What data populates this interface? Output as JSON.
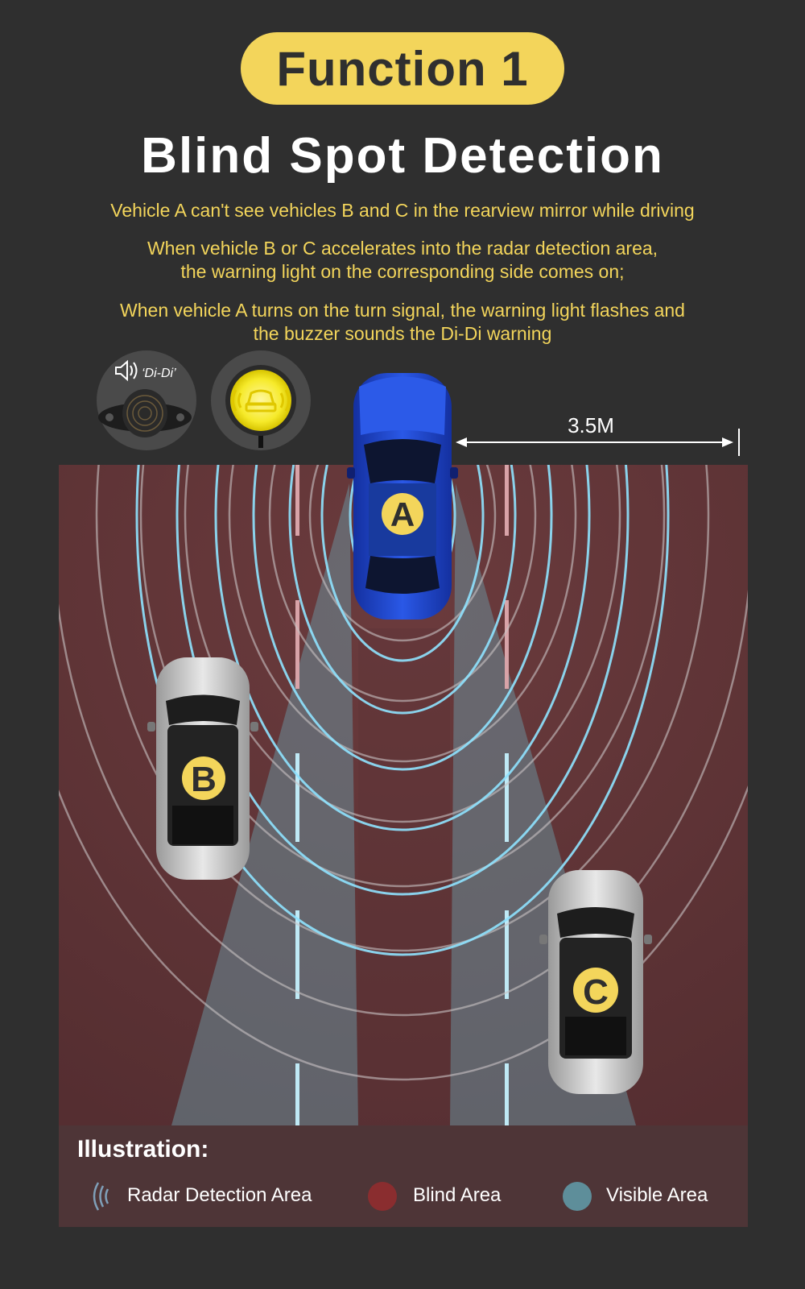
{
  "header": {
    "badge": "Function 1",
    "title": "Blind Spot Detection"
  },
  "descriptions": [
    "Vehicle A can't see vehicles B and C in the rearview mirror while driving",
    "When vehicle B or C accelerates into the radar detection area,\nthe warning light on the corresponding side comes on;",
    "When vehicle A turns on the turn signal, the warning light flashes and\nthe buzzer sounds the Di-Di warning"
  ],
  "buzzer": {
    "sound_label": "‘Di-Di’",
    "icon": "speaker-icon"
  },
  "warning_light": {
    "icon": "car-warning-icon"
  },
  "distance": {
    "label": "3.5M"
  },
  "vehicles": {
    "a": {
      "label": "A",
      "color": "#1f45c8"
    },
    "b": {
      "label": "B",
      "color": "#cfcfcf"
    },
    "c": {
      "label": "C",
      "color": "#cfcfcf"
    }
  },
  "legend": {
    "title": "Illustration:",
    "items": [
      {
        "label": "Radar Detection Area",
        "icon": "radar-wave-icon"
      },
      {
        "label": "Blind Area",
        "color": "#8a2d2f"
      },
      {
        "label": "Visible Area",
        "color": "#5e8e9a"
      }
    ]
  },
  "colors": {
    "background": "#2f2f2f",
    "accent": "#f3d55b",
    "road": "#5b3436",
    "radar": "#8fe3ff"
  }
}
